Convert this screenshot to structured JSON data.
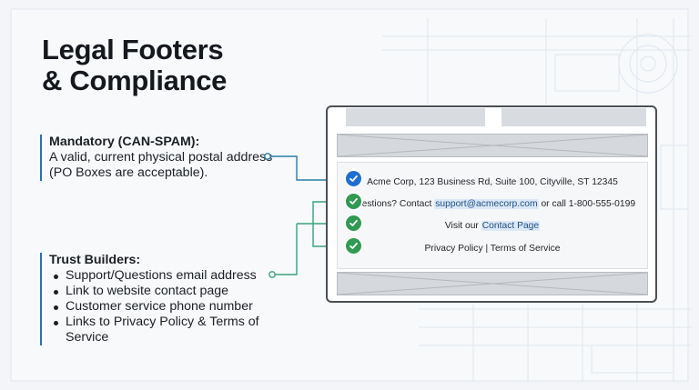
{
  "title": {
    "line1": "Legal Footers",
    "line2": "& Compliance"
  },
  "mandatory": {
    "heading": "Mandatory (CAN-SPAM):",
    "text": "A valid, current physical postal address (PO Boxes are acceptable)."
  },
  "trust": {
    "heading": "Trust Builders:",
    "items": [
      "Support/Questions email address",
      "Link to website contact page",
      "Customer service phone number",
      "Links to Privacy Policy & Terms of Service"
    ]
  },
  "footer": {
    "address": "Acme Corp, 123 Business Rd, Suite 100, Cityville, ST 12345",
    "questions_prefix": "Questions? Contact",
    "support_email": "support@acmecorp.com",
    "questions_suffix": "or call 1-800-555-0199",
    "visit_prefix": "Visit our",
    "contact_link": "Contact Page",
    "policy": "Privacy Policy | Terms of Service"
  },
  "colors": {
    "mandatory_check": "#1f6fd1",
    "trust_check": "#2f9a52",
    "connector_mandatory": "#2b7aa8",
    "connector_trust": "#3aa37a"
  },
  "icons": {
    "check": "check-icon"
  }
}
